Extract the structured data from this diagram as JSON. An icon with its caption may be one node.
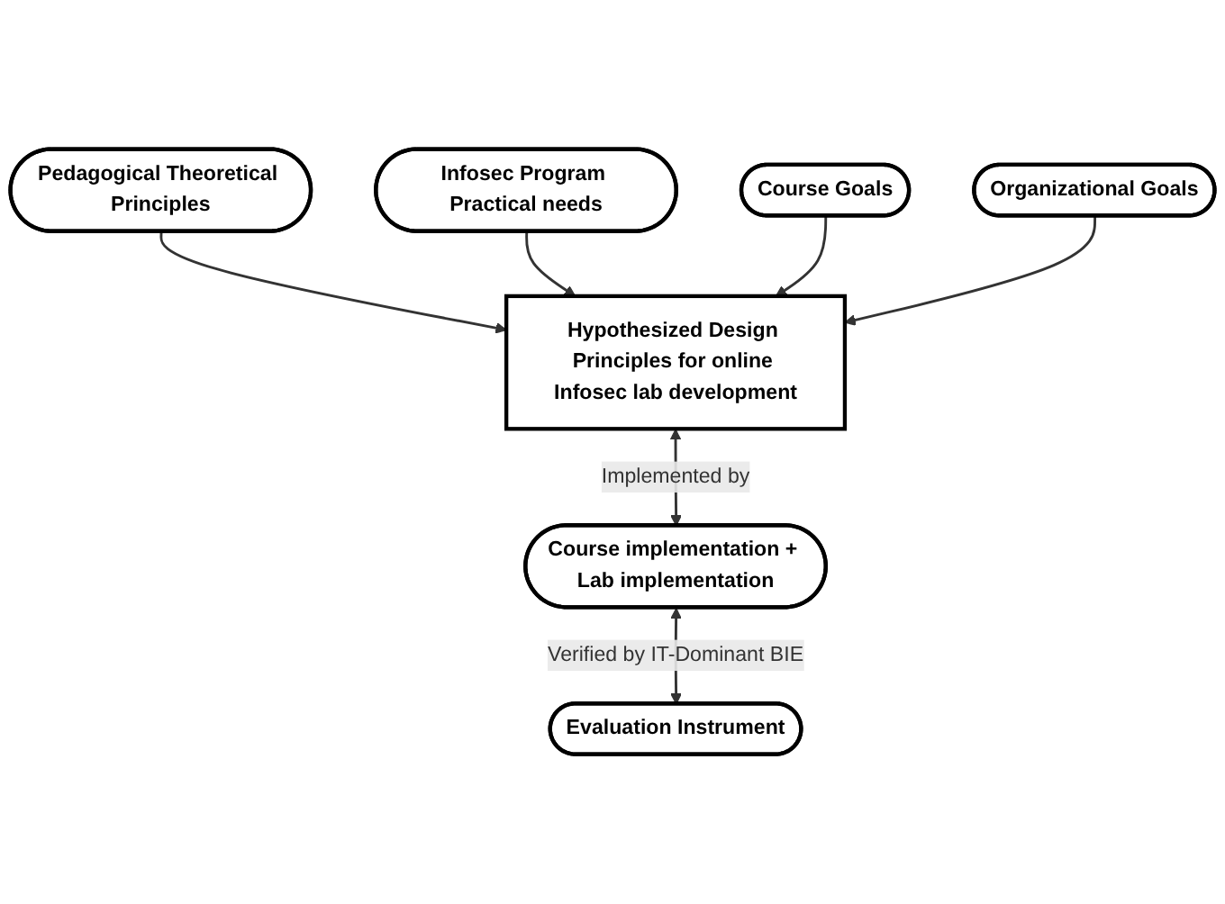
{
  "diagram": {
    "nodes": [
      {
        "text": [
          "Pedagogical Theoretical Principles"
        ]
      },
      {
        "text": [
          "Infosec Program Practical needs"
        ]
      },
      {
        "text": [
          "Course Goals"
        ]
      },
      {
        "text": [
          "Hypothesized Design Principles for online Infosec lab development"
        ]
      },
      {
        "text": [
          "Organizational Goals"
        ]
      },
      {
        "text": [
          "Course implementation + Lab implementation"
        ]
      },
      {
        "text": [
          "Evaluation Instrument"
        ]
      }
    ],
    "edges": [
      {
        "from": 0,
        "to": 3,
        "arrow": "to"
      },
      {
        "from": 1,
        "to": 3,
        "arrow": "to"
      },
      {
        "from": 2,
        "to": 3,
        "arrow": "to"
      },
      {
        "from": 4,
        "to": 3,
        "arrow": "to"
      },
      {
        "from": 3,
        "to": 5,
        "arrow": "both",
        "label": "Implemented by"
      },
      {
        "from": 5,
        "to": 6,
        "arrow": "both",
        "label": "Verified by IT-Dominant BIE"
      }
    ]
  }
}
